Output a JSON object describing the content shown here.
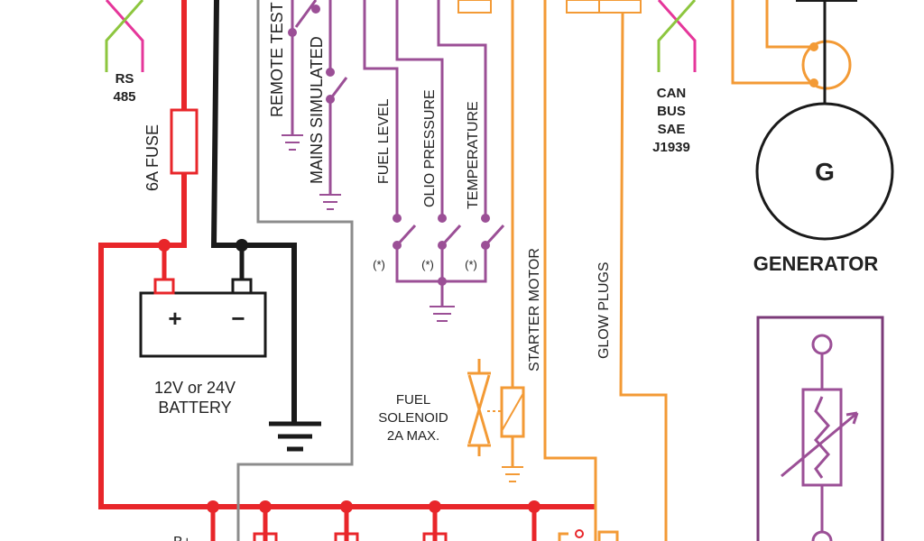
{
  "labels": {
    "rs485_line1": "RS",
    "rs485_line2": "485",
    "fuse": "6A FUSE",
    "remote_test": "REMOTE TEST",
    "mains_simulated": "MAINS SIMULATED",
    "fuel_level": "FUEL LEVEL",
    "oil_pressure": "OLIO PRESSURE",
    "temperature": "TEMPERATURE",
    "star_1": "(*)",
    "star_2": "(*)",
    "star_3": "(*)",
    "starter_motor": "STARTER MOTOR",
    "glow_plugs": "GLOW PLUGS",
    "can_1": "CAN",
    "can_2": "BUS",
    "can_3": "SAE",
    "can_4": "J1939",
    "generator_symbol": "G",
    "generator": "GENERATOR",
    "battery_plus": "+",
    "battery_minus": "−",
    "battery_line1": "12V or 24V",
    "battery_line2": "BATTERY",
    "fuel_solenoid_1": "FUEL",
    "fuel_solenoid_2": "SOLENOID",
    "fuel_solenoid_3": "2A MAX.",
    "bplus": "B+"
  },
  "colors": {
    "red": "#e8262a",
    "black": "#1a1a1a",
    "grey": "#8c8c8c",
    "purple": "#9b4f96",
    "orange": "#f39a35",
    "green": "#8dc63f",
    "magenta": "#e5369a",
    "dark_purple": "#7b3a78"
  }
}
